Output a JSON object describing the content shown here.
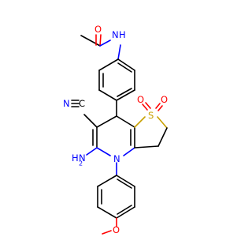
{
  "labels": {
    "amide_nh": "N",
    "amide_h": "H",
    "amide_o": "O",
    "nitrile_n": "N",
    "nitrile_c": "C",
    "amine_h2": "H",
    "amine_n": "N",
    "sub_h2": "2",
    "ring_n": "N",
    "sulfone_s": "S",
    "sulfone_o1": "O",
    "sulfone_o2": "O",
    "ether_o": "O"
  },
  "colors": {
    "nitrogen": "#0000ff",
    "oxygen": "#ff0000",
    "sulfur": "#c8a000",
    "carbon": "#000000"
  }
}
